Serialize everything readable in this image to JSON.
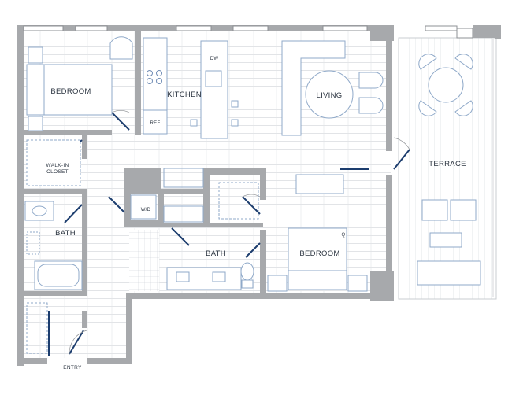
{
  "plan": {
    "rooms": {
      "bedroom1": "BEDROOM",
      "kitchen": "KITCHEN",
      "living": "LIVING",
      "terrace": "TERRACE",
      "walkin_line1": "WALK-IN",
      "walkin_line2": "CLOSET",
      "bath1": "BATH",
      "wd": "W/D",
      "bath2": "BATH",
      "bedroom2": "BEDROOM",
      "entry": "ENTRY",
      "dw": "DW",
      "ref": "REF",
      "queen_mark": "Q"
    },
    "colors": {
      "wall": "#a7a9ac",
      "floor_line": "#d3d6d9",
      "door": "#1c3d6e",
      "furniture": "#8fa9c9",
      "text": "#2b3440"
    }
  }
}
